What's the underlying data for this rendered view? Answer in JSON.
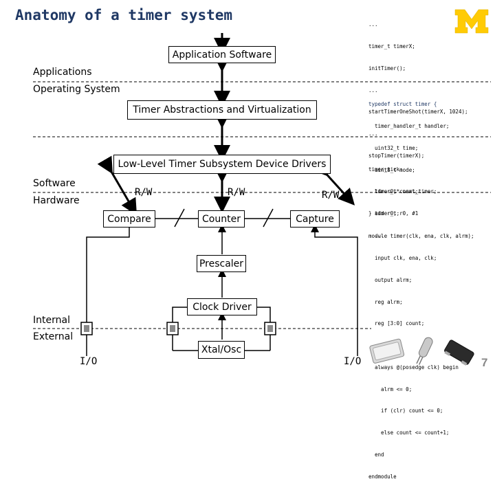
{
  "title": "Anatomy of a timer system",
  "layers": {
    "applications": "Applications",
    "operating_system": "Operating System",
    "software": "Software",
    "hardware": "Hardware",
    "internal": "Internal",
    "external": "External"
  },
  "boxes": {
    "application_software": "Application Software",
    "timer_abstractions": "Timer Abstractions and Virtualization",
    "low_level_drivers": "Low-Level Timer Subsystem Device Drivers",
    "compare": "Compare",
    "counter": "Counter",
    "capture": "Capture",
    "prescaler": "Prescaler",
    "clock_driver": "Clock Driver",
    "xtal_osc": "Xtal/Osc"
  },
  "bus_labels": {
    "rw_left": "R/W",
    "rw_center": "R/W",
    "rw_right": "R/W"
  },
  "io_labels": {
    "left": "I/O",
    "right": "I/O"
  },
  "code_app": [
    "...",
    "timer_t timerX;",
    "initTimer();",
    "...",
    "startTimerOneShot(timerX, 1024);",
    "...",
    "stopTimer(timerX);"
  ],
  "code_struct": [
    "typedef struct timer {",
    "  timer_handler_t handler;",
    "  uint32_t time;",
    "  uint8_t mode;",
    "  timer_t* next_timer;",
    "} timer_t;"
  ],
  "code_asm": [
    "timer_tick:",
    "  ldr r0, count;",
    "  add r0, r0, #1",
    "  ..."
  ],
  "code_verilog": [
    "module timer(clk, ena, clk, alrm);",
    "  input clk, ena, clk;",
    "  output alrm;",
    "  reg alrm;",
    "  reg [3:0] count;",
    "",
    "  always @(posedge clk) begin",
    "    alrm <= 0;",
    "    if (clr) count <= 0;",
    "    else count <= count+1;",
    "  end",
    "endmodule"
  ],
  "page_number": "7",
  "colors": {
    "title": "#1f3864",
    "logo_blue": "#00274c",
    "logo_maize": "#ffcb05",
    "keyword_blue": "#1f3864"
  },
  "icons": [
    "university-block-m-logo",
    "crystal-oscillator-photos"
  ]
}
